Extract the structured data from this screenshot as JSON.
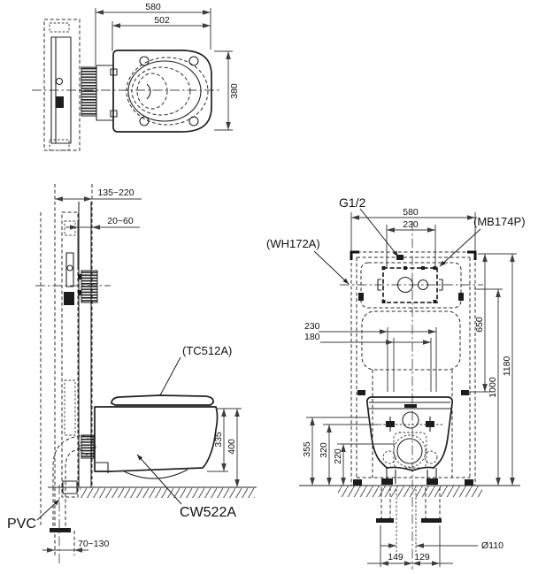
{
  "title": "Wall-hung toilet installation drawing",
  "colors": {
    "line": "#1f1f1f",
    "dim": "#3d3d3d",
    "text": "#111111",
    "background": "#ffffff"
  },
  "views": {
    "plan": {
      "dim_overall": "580",
      "dim_seat": "502",
      "dim_width": "380"
    },
    "side": {
      "dim_wall_depth": "135~220",
      "dim_finish": "20~60",
      "dim_bowl_height": "335",
      "dim_rim_height": "400",
      "dim_outlet": "70~130",
      "label_seat_unit": "(TC512A)",
      "label_bowl": "CW522A",
      "label_pipe": "PVC"
    },
    "front": {
      "label_water_supply": "G1/2",
      "label_carrier_frame": "(WH172A)",
      "label_access_plate": "(MB174P)",
      "dim_frame_width": "580",
      "dim_plate_width": "230",
      "dim_studs_outer": "230",
      "dim_studs_inner": "180",
      "dim_plate_height": "650",
      "dim_supply_height": "1000",
      "dim_frame_height": "1180",
      "dim_rim_h": "355",
      "dim_inlet_h": "320",
      "dim_outlet_h": "220",
      "dim_drain_dia": "Ø110",
      "dim_left_offset": "149",
      "dim_right_offset": "129"
    }
  }
}
